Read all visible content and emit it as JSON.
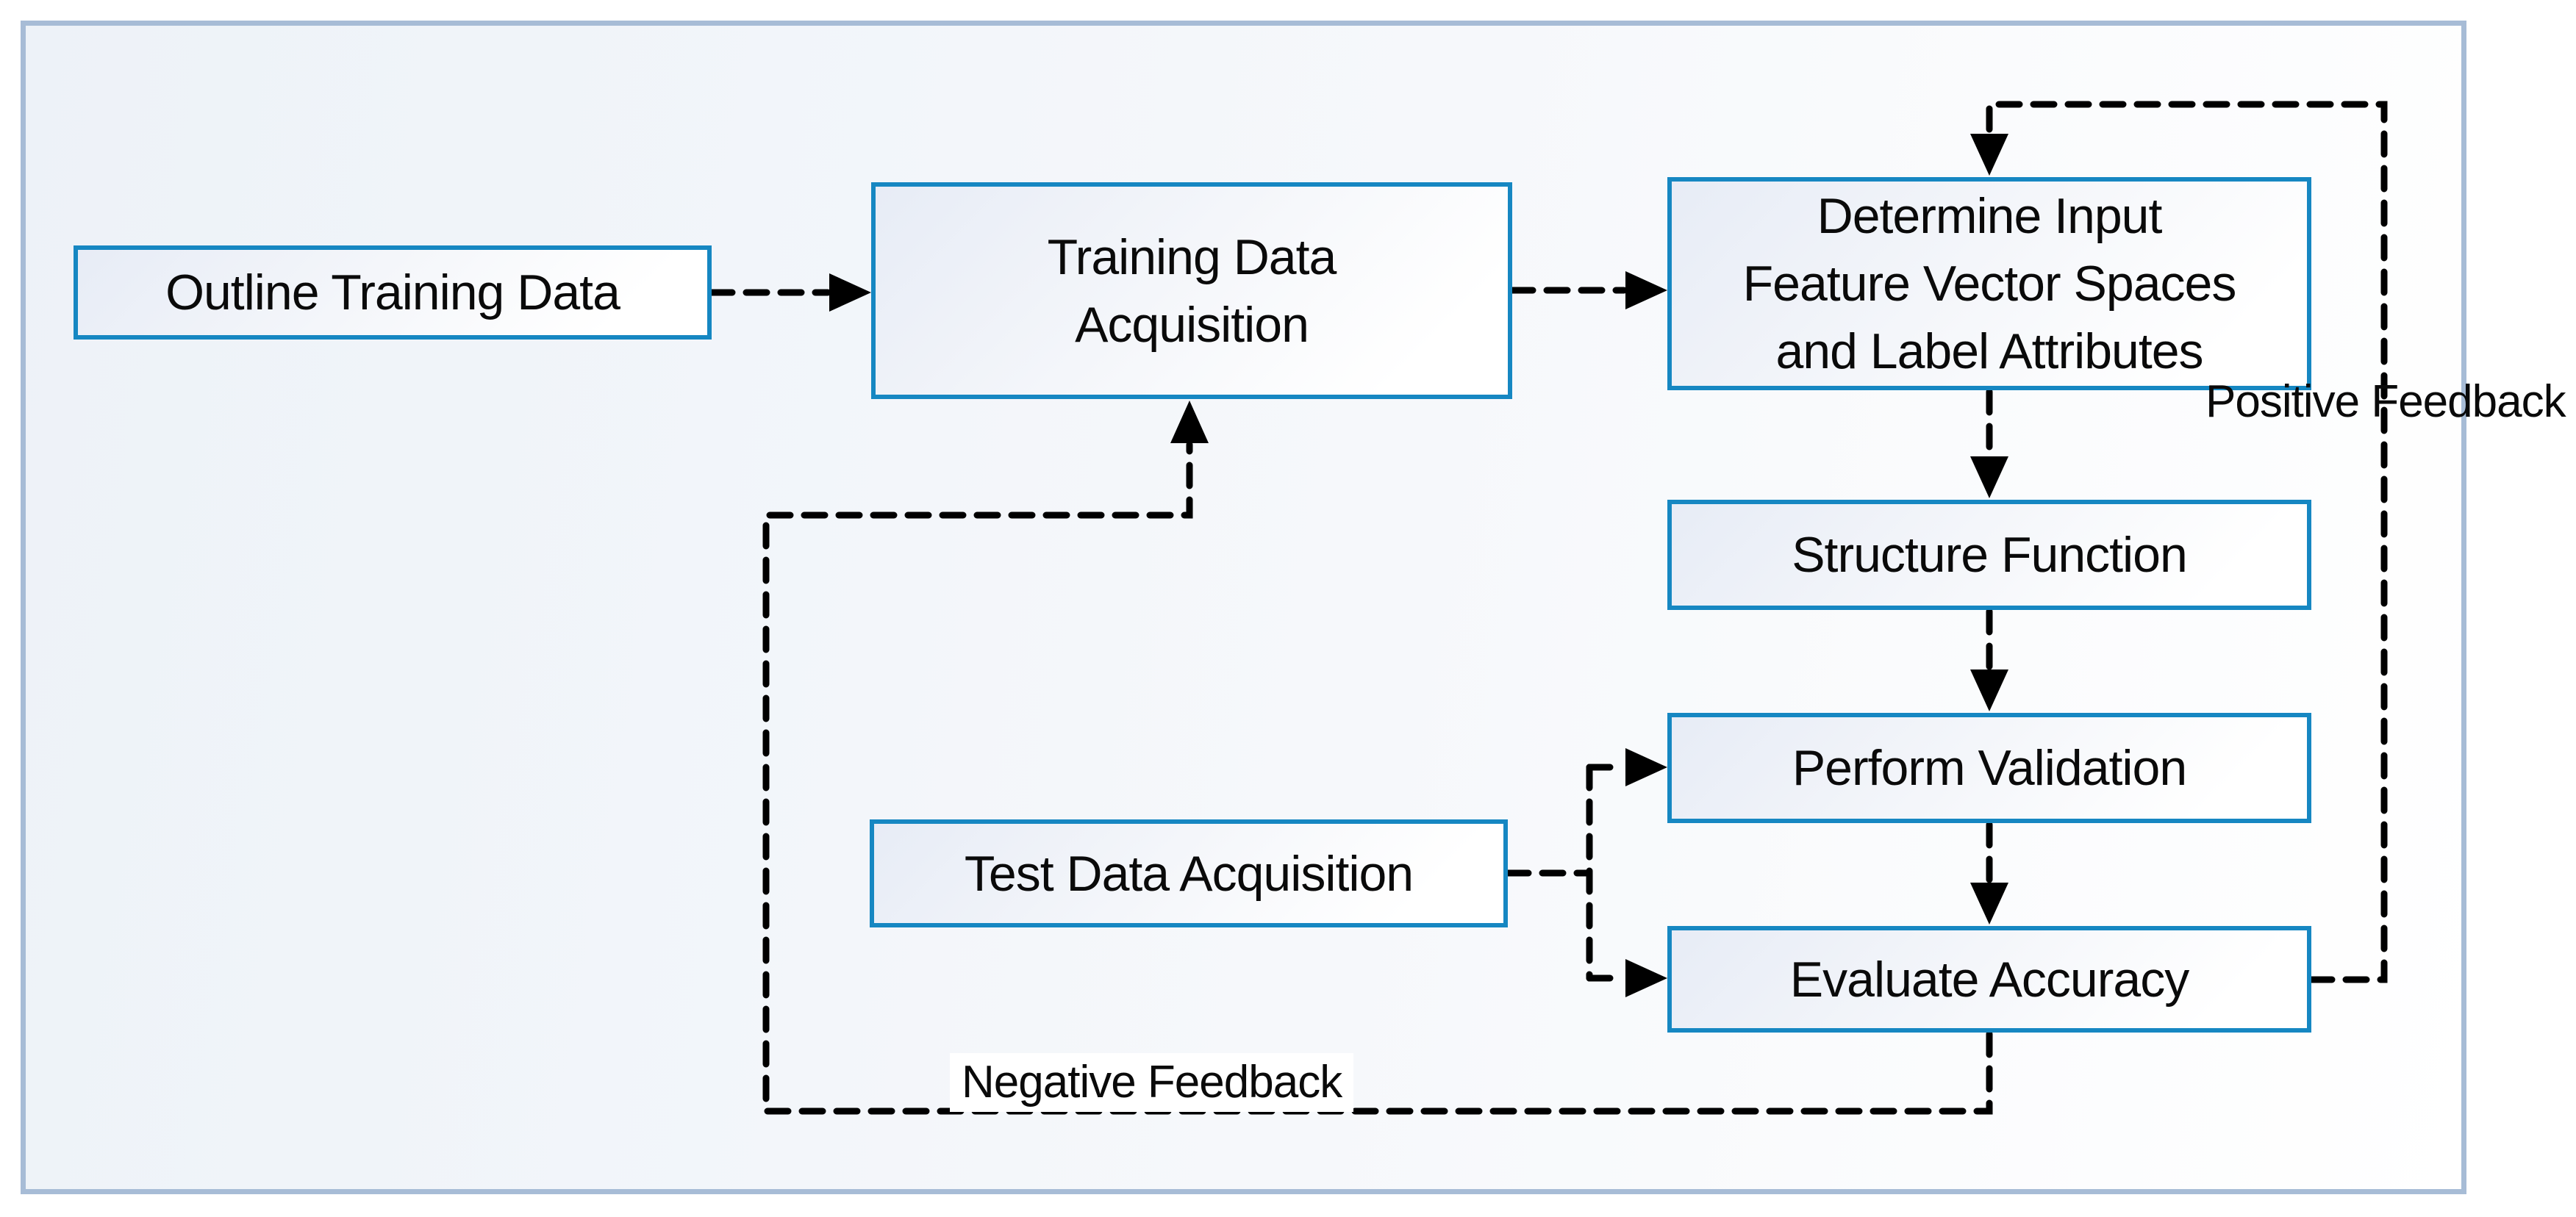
{
  "diagram_type": "flowchart",
  "nodes": [
    {
      "id": "outline-training-data",
      "lines": [
        "Outline Training Data"
      ]
    },
    {
      "id": "training-data-acquisition",
      "lines": [
        "Training Data",
        "Acquisition"
      ]
    },
    {
      "id": "determine-input-features",
      "lines": [
        "Determine Input",
        "Feature Vector Spaces",
        "and Label Attributes"
      ]
    },
    {
      "id": "structure-function",
      "lines": [
        "Structure Function"
      ]
    },
    {
      "id": "perform-validation",
      "lines": [
        "Perform Validation"
      ]
    },
    {
      "id": "test-data-acquisition",
      "lines": [
        "Test Data Acquisition"
      ]
    },
    {
      "id": "evaluate-accuracy",
      "lines": [
        "Evaluate Accuracy"
      ]
    }
  ],
  "edge_labels": {
    "positive": "Positive Feedback",
    "negative": "Negative Feedback"
  },
  "edges": [
    {
      "from": "outline-training-data",
      "to": "training-data-acquisition",
      "style": "dashed-arrow"
    },
    {
      "from": "training-data-acquisition",
      "to": "determine-input-features",
      "style": "dashed-arrow"
    },
    {
      "from": "determine-input-features",
      "to": "structure-function",
      "style": "dashed-arrow"
    },
    {
      "from": "structure-function",
      "to": "perform-validation",
      "style": "dashed-arrow"
    },
    {
      "from": "perform-validation",
      "to": "evaluate-accuracy",
      "style": "dashed-arrow"
    },
    {
      "from": "test-data-acquisition",
      "to": "perform-validation",
      "style": "dashed-arrow"
    },
    {
      "from": "test-data-acquisition",
      "to": "evaluate-accuracy",
      "style": "dashed-arrow"
    },
    {
      "from": "evaluate-accuracy",
      "to": "determine-input-features",
      "style": "dashed-arrow",
      "label": "Positive Feedback"
    },
    {
      "from": "evaluate-accuracy",
      "to": "training-data-acquisition",
      "style": "dashed-arrow",
      "label": "Negative Feedback"
    }
  ],
  "colors": {
    "node_border": "#1687c2",
    "frame_border": "#a7bcd6",
    "connector": "#000000",
    "node_fill_a": "#e7ecf6",
    "canvas_a": "#edf2f8",
    "text_color": "#0a0a0a"
  }
}
